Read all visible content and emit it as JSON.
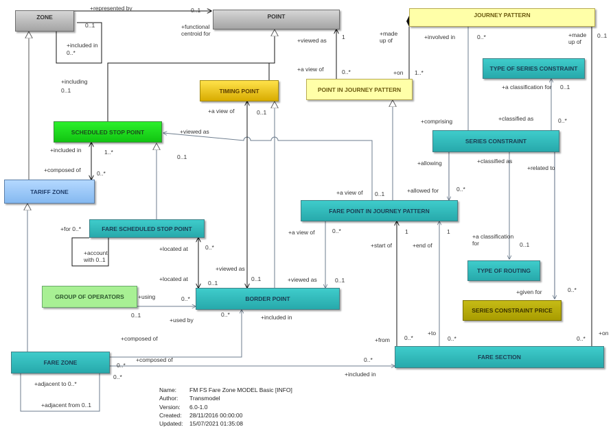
{
  "boxes": {
    "zone": "ZONE",
    "point": "POINT",
    "journey_pattern": "JOURNEY PATTERN",
    "timing_point": "TIMING POINT",
    "point_in_journey_pattern": "POINT IN JOURNEY PATTERN",
    "type_of_series_constraint": "TYPE OF SERIES CONSTRAINT",
    "scheduled_stop_point": "SCHEDULED STOP POINT",
    "series_constraint": "SERIES CONSTRAINT",
    "tariff_zone": "TARIFF ZONE",
    "fare_point_in_journey_pattern": "FARE POINT IN JOURNEY PATTERN",
    "fare_scheduled_stop_point": "FARE SCHEDULED STOP POINT",
    "type_of_routing": "TYPE OF ROUTING",
    "group_of_operators": "GROUP OF OPERATORS",
    "border_point": "BORDER POINT",
    "series_constraint_price": "SERIES CONSTRAINT PRICE",
    "fare_zone": "FARE ZONE",
    "fare_section": "FARE SECTION"
  },
  "labels": [
    "+represented by",
    "0..1",
    "0..1",
    "+included in",
    "0..*",
    "+including",
    "0..1",
    "+functional centroid for",
    "+viewed as",
    "1",
    "+made up of",
    "+involved in",
    "0..*",
    "+made up of",
    "0..1",
    "+a view of",
    "0..*",
    "+on",
    "1..*",
    "+a view of",
    "0..1",
    "+a classification for",
    "0..1",
    "+viewed as",
    "+comprising",
    "+classified as",
    "0..*",
    "+included in",
    "1..*",
    "0..1",
    "+allowing",
    "+classified as",
    "+related to",
    "+composed of",
    "0..*",
    "+a view of",
    "0..1",
    "+allowed for",
    "0..*",
    "+for 0..*",
    "+a view of",
    "0..*",
    "+start of",
    "+end of",
    "1",
    "1",
    "+account with 0..1",
    "+located at",
    "0..*",
    "+a classification for",
    "0..1",
    "+located at",
    "0..1",
    "+viewed as",
    "0..1",
    "+viewed as",
    "0..1",
    "+using",
    "0..*",
    "0..1",
    "+used by",
    "0..*",
    "+included in",
    "+given for",
    "0..*",
    "+composed of",
    "+composed of",
    "0..*",
    "0..*",
    "+from",
    "0..*",
    "+to",
    "0..*",
    "0..*",
    "0..*",
    "+on",
    "+adjacent to 0..*",
    "+included in",
    "+adjacent from 0..1"
  ],
  "info": [
    {
      "key": "Name:",
      "value": "FM FS Fare Zone MODEL Basic [INFO]"
    },
    {
      "key": "Author:",
      "value": "Transmodel"
    },
    {
      "key": "Version:",
      "value": "6.0-1.0"
    },
    {
      "key": "Created:",
      "value": "28/11/2016 00:00:00"
    },
    {
      "key": "Updated:",
      "value": "15/07/2021 01:35:08"
    }
  ]
}
